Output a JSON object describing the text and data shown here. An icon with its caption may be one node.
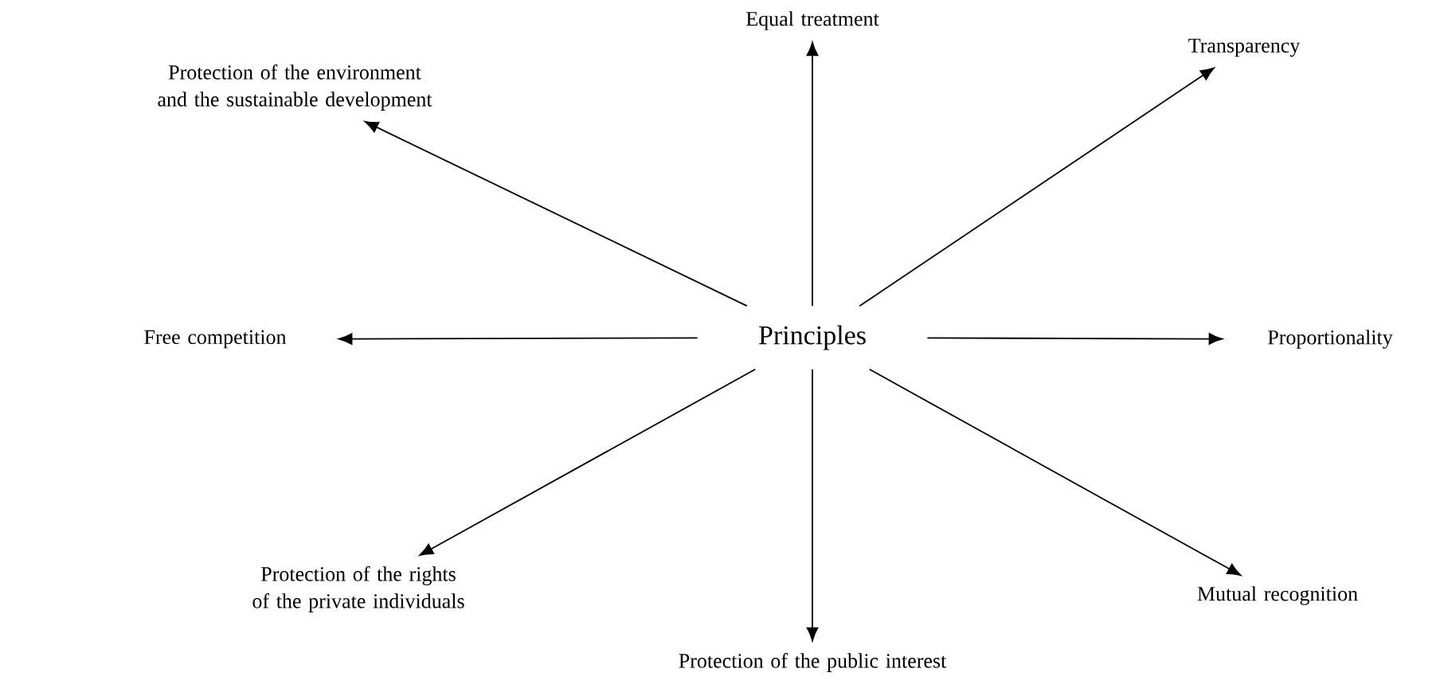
{
  "diagram": {
    "nodes": [
      {
        "text": [
          "Principles"
        ]
      },
      {
        "text": [
          "Equal treatment"
        ]
      },
      {
        "text": [
          "Transparency"
        ]
      },
      {
        "text": [
          "Proportionality"
        ]
      },
      {
        "text": [
          "Mutual recognition"
        ]
      },
      {
        "text": [
          "Protection of the public interest"
        ]
      },
      {
        "text": [
          "Protection of the rights of the private individuals"
        ]
      },
      {
        "text": [
          "Free competition"
        ]
      },
      {
        "text": [
          "Protection of the environment and the sustainable development"
        ]
      }
    ],
    "edges": [
      {
        "from": 0,
        "to": 1,
        "arrow": "to"
      },
      {
        "from": 0,
        "to": 2,
        "arrow": "to"
      },
      {
        "from": 0,
        "to": 3,
        "arrow": "to"
      },
      {
        "from": 0,
        "to": 4,
        "arrow": "to"
      },
      {
        "from": 0,
        "to": 5,
        "arrow": "to"
      },
      {
        "from": 0,
        "to": 6,
        "arrow": "to"
      },
      {
        "from": 0,
        "to": 7,
        "arrow": "to"
      },
      {
        "from": 0,
        "to": 8,
        "arrow": "to"
      }
    ]
  }
}
